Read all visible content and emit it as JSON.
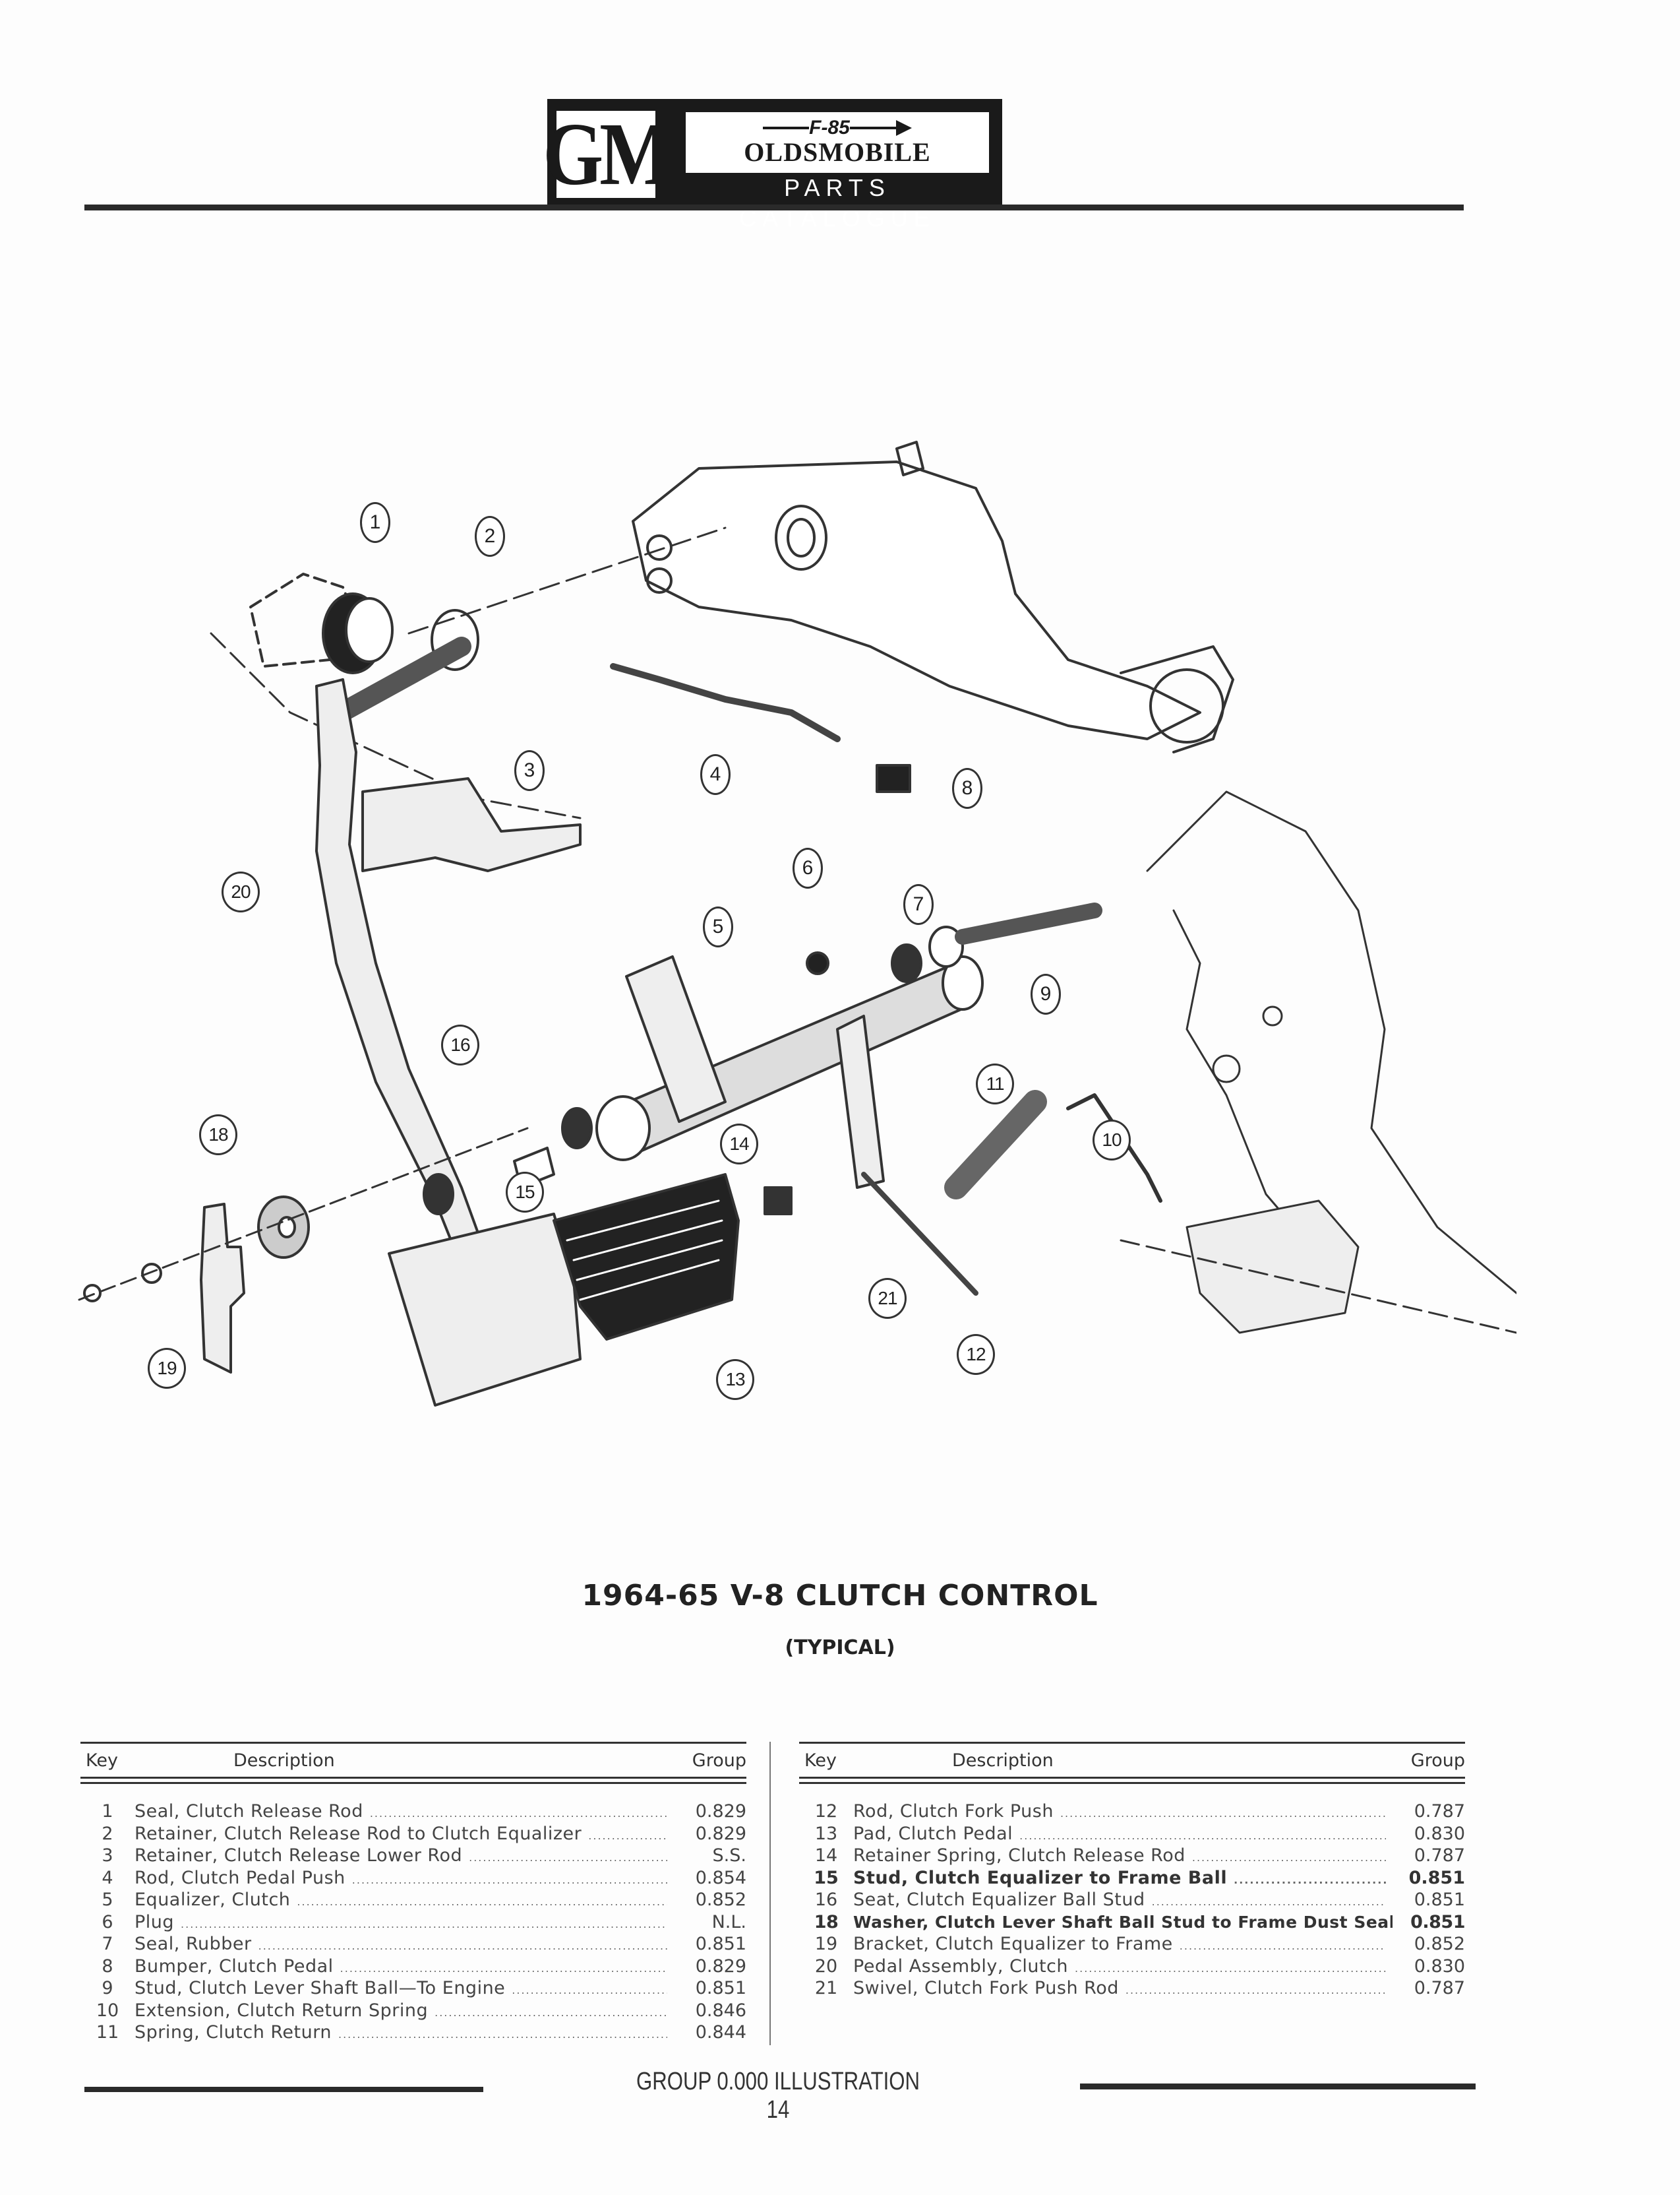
{
  "header": {
    "logo": "GM",
    "model": "F-85",
    "brand": "OLDSMOBILE",
    "catalogue_label": "PARTS CATALOGUE"
  },
  "illustration": {
    "title": "1964-65 V-8 CLUTCH CONTROL",
    "subtitle": "(TYPICAL)",
    "callouts": [
      "1",
      "2",
      "3",
      "4",
      "5",
      "6",
      "7",
      "8",
      "9",
      "10",
      "11",
      "12",
      "13",
      "14",
      "15",
      "16",
      "18",
      "19",
      "20",
      "21"
    ]
  },
  "parts_table": {
    "columns": {
      "key": "Key",
      "description": "Description",
      "group": "Group"
    },
    "left": [
      {
        "key": "1",
        "description": "Seal, Clutch Release Rod",
        "group": "0.829"
      },
      {
        "key": "2",
        "description": "Retainer, Clutch Release Rod to Clutch Equalizer",
        "group": "0.829"
      },
      {
        "key": "3",
        "description": "Retainer, Clutch Release Lower Rod",
        "group": "S.S."
      },
      {
        "key": "4",
        "description": "Rod, Clutch Pedal Push",
        "group": "0.854"
      },
      {
        "key": "5",
        "description": "Equalizer, Clutch",
        "group": "0.852"
      },
      {
        "key": "6",
        "description": "Plug",
        "group": "N.L."
      },
      {
        "key": "7",
        "description": "Seal, Rubber",
        "group": "0.851"
      },
      {
        "key": "8",
        "description": "Bumper, Clutch Pedal",
        "group": "0.829"
      },
      {
        "key": "9",
        "description": "Stud, Clutch Lever Shaft Ball—To Engine",
        "group": "0.851"
      },
      {
        "key": "10",
        "description": "Extension, Clutch Return Spring",
        "group": "0.846"
      },
      {
        "key": "11",
        "description": "Spring, Clutch Return",
        "group": "0.844"
      }
    ],
    "right": [
      {
        "key": "12",
        "description": "Rod, Clutch Fork Push",
        "group": "0.787"
      },
      {
        "key": "13",
        "description": "Pad, Clutch Pedal",
        "group": "0.830"
      },
      {
        "key": "14",
        "description": "Retainer Spring, Clutch Release Rod",
        "group": "0.787"
      },
      {
        "key": "15",
        "description": "Stud, Clutch Equalizer to Frame Ball",
        "group": "0.851"
      },
      {
        "key": "16",
        "description": "Seat, Clutch Equalizer Ball Stud",
        "group": "0.851"
      },
      {
        "key": "18",
        "description": "Washer, Clutch Lever Shaft Ball Stud to Frame Dust Seal",
        "group": "0.851"
      },
      {
        "key": "19",
        "description": "Bracket, Clutch Equalizer to Frame",
        "group": "0.852"
      },
      {
        "key": "20",
        "description": "Pedal Assembly, Clutch",
        "group": "0.830"
      },
      {
        "key": "21",
        "description": "Swivel, Clutch Fork Push Rod",
        "group": "0.787"
      }
    ]
  },
  "footer": {
    "text": "GROUP  0.000  ILLUSTRATION 14"
  }
}
